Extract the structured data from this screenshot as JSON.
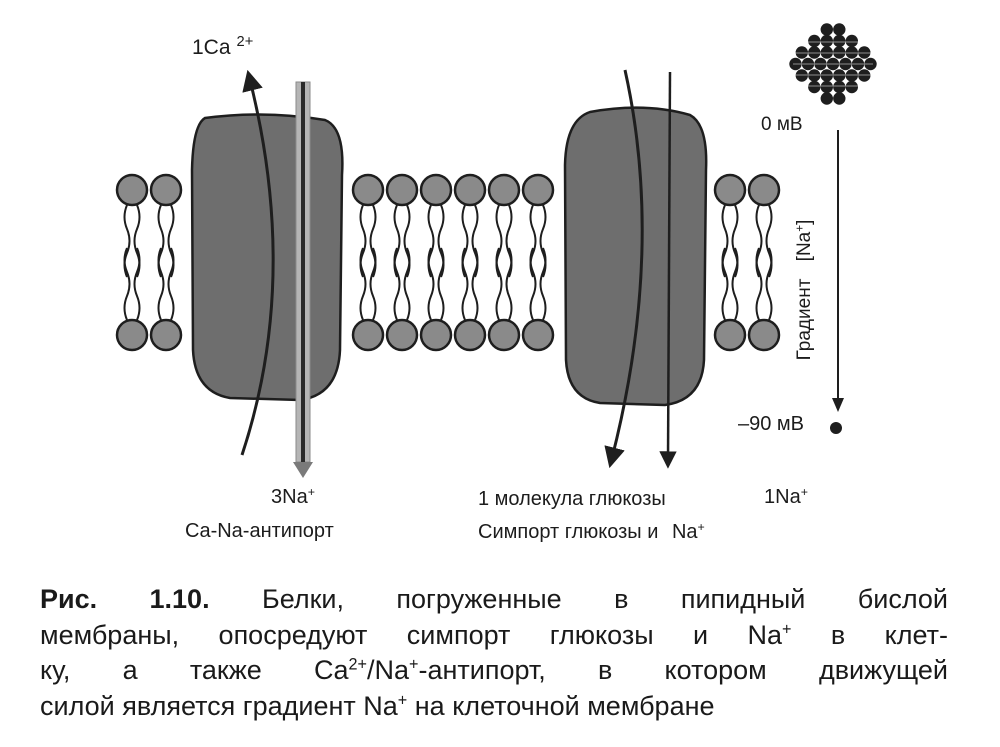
{
  "labels": {
    "ca_top_prefix": "1Ca",
    "ca_top_charge": "2+",
    "na_bottom_left": "3Na",
    "na_bottom_left_charge": "+",
    "antiport_label": "Ca-Na-антипорт",
    "glucose_line": "1 молекула глюкозы",
    "na_right": "1Na",
    "na_right_charge": "+",
    "symport_label": "Симпорт глюкозы и",
    "symport_na": "Na",
    "symport_na_charge": "+",
    "voltage_top": "0 мВ",
    "voltage_bottom": "–90 мВ",
    "gradient_word": "Градиент",
    "gradient_na": "[Na",
    "gradient_na_charge": "+",
    "gradient_na_close": "]"
  },
  "caption": {
    "fig_number": "Рис. 1.10.",
    "line1_text": "Белки, погруженные в пипидный бислой",
    "line2_a": "мембраны, опосредуют симпорт глюкозы и Na",
    "line2_sup": "+",
    "line2_b": " в клет-",
    "line3_a": "ку, а также Ca",
    "line3_sup1": "2+",
    "line3_b": "/Na",
    "line3_sup2": "+",
    "line3_c": "-антипорт, в котором движущей",
    "line4_a": "силой является градиент Na",
    "line4_sup": "+",
    "line4_b": " на клеточной мембране"
  },
  "colors": {
    "protein_fill": "#6e6e6e",
    "lipid_head": "#8a8a8a",
    "outline": "#1e1e1e",
    "arrow_light": "#9a9a9a"
  }
}
